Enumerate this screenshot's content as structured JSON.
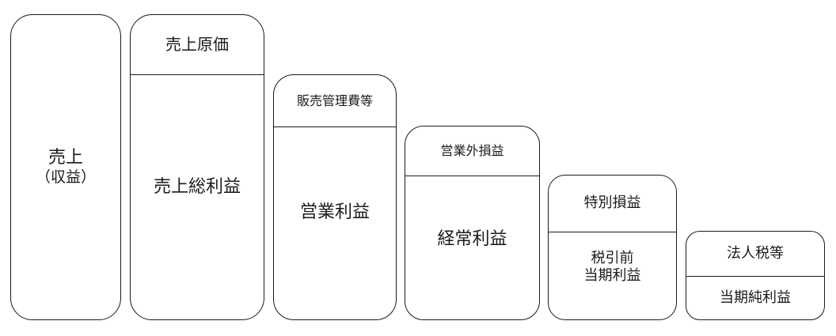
{
  "boxes": {
    "sales": {
      "label": "売上",
      "sublabel": "（収益）"
    },
    "gross": {
      "top_label": "売上原価",
      "bottom_label": "売上総利益"
    },
    "operating": {
      "top_label": "販売管理費等",
      "bottom_label": "営業利益"
    },
    "ordinary": {
      "top_label": "営業外損益",
      "bottom_label": "経常利益"
    },
    "pretax": {
      "top_label": "特別損益",
      "bottom_line1": "税引前",
      "bottom_line2": "当期利益"
    },
    "net": {
      "top_label": "法人税等",
      "bottom_label": "当期純利益"
    }
  }
}
